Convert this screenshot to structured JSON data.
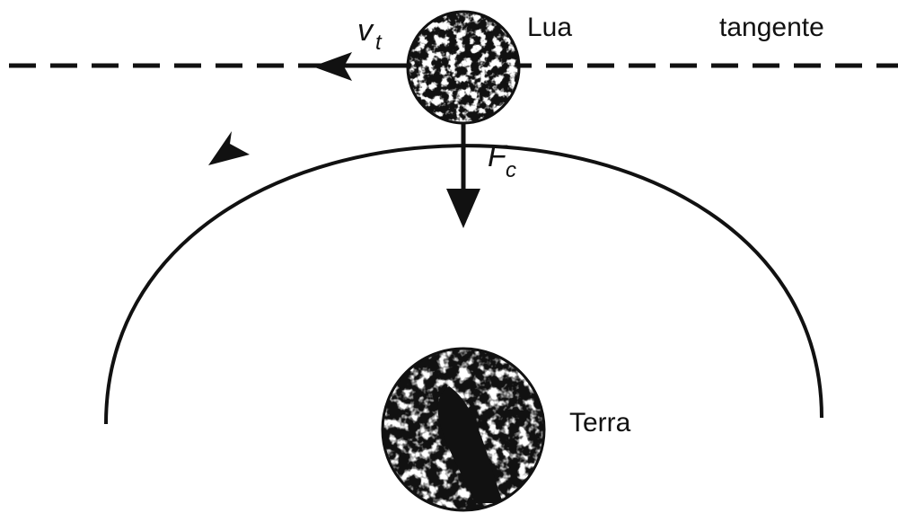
{
  "diagram": {
    "labels": {
      "moon": "Lua",
      "tangent": "tangente",
      "earth": "Terra",
      "velocity_symbol": "v",
      "velocity_subscript": "t",
      "force_symbol": "F",
      "force_subscript": "c"
    },
    "colors": {
      "ink": "#111111",
      "paper": "#ffffff"
    }
  }
}
